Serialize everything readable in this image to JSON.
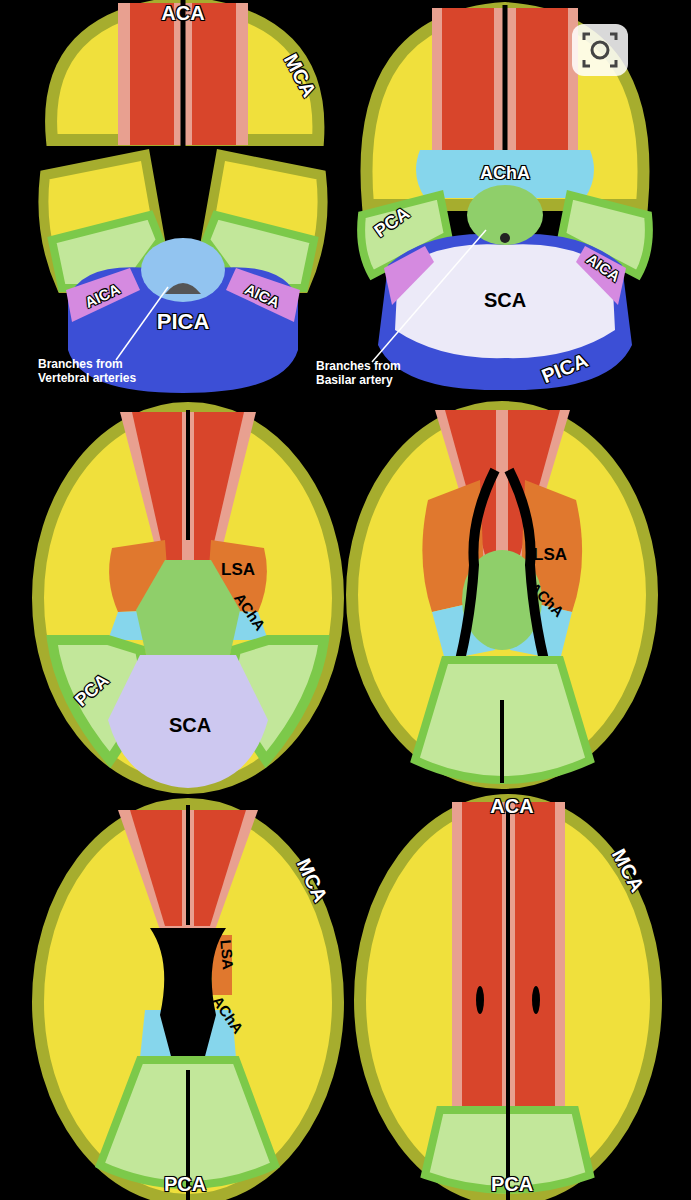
{
  "diagram": {
    "labels": [
      "ACA",
      "MCA",
      "AICA",
      "AICA",
      "PICA",
      "Branches from Vertebral arteries",
      "AChA",
      "PCA",
      "AICA",
      "SCA",
      "PICA",
      "Branches from Basilar artery",
      "LSA",
      "AChA",
      "PCA",
      "SCA",
      "LSA",
      "AChA",
      "MCA",
      "LSA",
      "AChA",
      "ACA",
      "MCA",
      "PCA",
      "PCA"
    ]
  }
}
